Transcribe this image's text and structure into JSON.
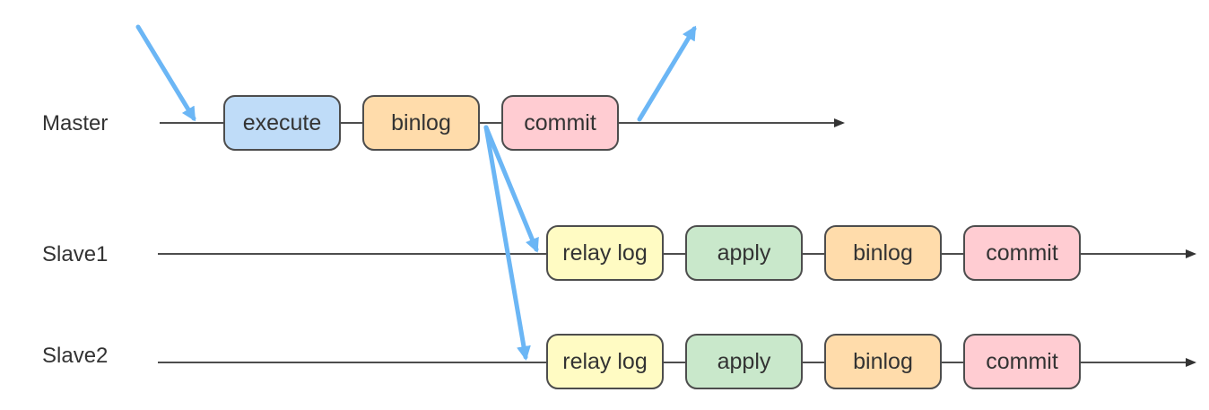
{
  "colors": {
    "execute": "#bfdcf8",
    "relay": "#fffbc3",
    "apply": "#c9e8cb",
    "binlog": "#ffdcab",
    "commit": "#ffccd2",
    "arrow": "#6bb6f5",
    "line": "#4d4d4d"
  },
  "lanes": [
    {
      "label": "Master",
      "steps": [
        "execute",
        "binlog",
        "commit"
      ]
    },
    {
      "label": "Slave1",
      "steps": [
        "relay log",
        "apply",
        "binlog",
        "commit"
      ]
    },
    {
      "label": "Slave2",
      "steps": [
        "relay log",
        "apply",
        "binlog",
        "commit"
      ]
    }
  ]
}
